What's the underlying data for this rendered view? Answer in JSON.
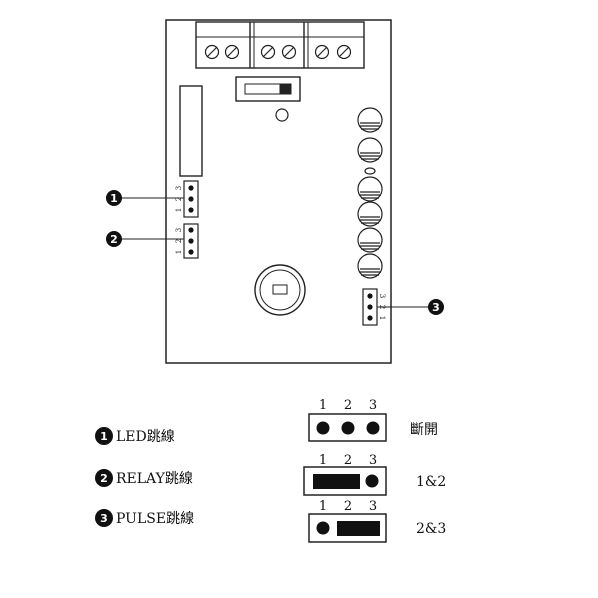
{
  "board": {
    "header_pins": [
      "1",
      "2",
      "3"
    ],
    "callouts": [
      "1",
      "2",
      "3"
    ]
  },
  "legend": {
    "items": [
      {
        "number": "1",
        "label": "LED跳線"
      },
      {
        "number": "2",
        "label": "RELAY跳線"
      },
      {
        "number": "3",
        "label": "PULSE跳線"
      }
    ],
    "jumper_pin_numbers": [
      "1",
      "2",
      "3"
    ],
    "settings": [
      {
        "label": "斷開"
      },
      {
        "label": "1&2"
      },
      {
        "label": "2&3"
      }
    ]
  }
}
